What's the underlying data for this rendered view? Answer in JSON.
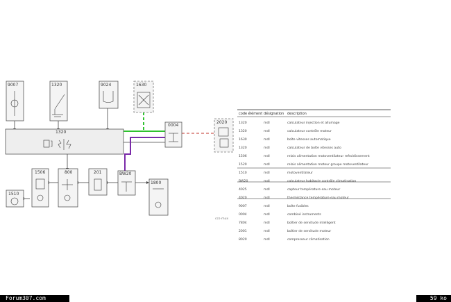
{
  "diagram": {
    "modules": {
      "m9007": "9007",
      "m1320": "1320",
      "m9024": "9024",
      "m1630": "1630",
      "m1320_bus": "1320",
      "m0004": "0004",
      "m1506": "1506",
      "m800": "800",
      "m201": "201",
      "m6570": "BW20",
      "m1800": "1800",
      "m1510": "1510",
      "m2020": "2020"
    },
    "colors": {
      "green_link": "#2fc22f",
      "purple_link": "#7a2aa8",
      "red_link": "#c0302a",
      "box_stroke": "#555555",
      "bus_fill": "#eeeeee"
    }
  },
  "table": {
    "headers": [
      "code élément",
      "désignation",
      "description"
    ],
    "rows": [
      {
        "code": "1320",
        "des": "mdl",
        "desc": "calculateur injection et allumage"
      },
      {
        "code": "1320",
        "des": "mdl",
        "desc": "calculateur contrôle moteur"
      },
      {
        "code": "1630",
        "des": "mdl",
        "desc": "boîte vitesses automatique"
      },
      {
        "code": "1320",
        "des": "mdl",
        "desc": "calculateur de boîte vitesses auto"
      },
      {
        "code": "1506",
        "des": "mdl",
        "desc": "relais alimentation motoventilateur refroidissement"
      },
      {
        "code": "1520",
        "des": "mdl",
        "desc": "relais alimentation moteur groupe motoventilateur"
      },
      {
        "code": "1510",
        "des": "mdl",
        "desc": "motoventilateur"
      },
      {
        "code": "BW20",
        "des": "mdl",
        "desc": "calculateur habitacle contrôle climatisation"
      },
      {
        "code": "4025",
        "des": "mdl",
        "desc": "capteur température eau moteur"
      },
      {
        "code": "4020",
        "des": "mdl",
        "desc": "thermistance température eau moteur"
      },
      {
        "code": "9007",
        "des": "mdl",
        "desc": "boîte fusibles"
      },
      {
        "code": "0004",
        "des": "mdl",
        "desc": "combiné instruments"
      },
      {
        "code": "7804",
        "des": "mdl",
        "desc": "boîtier de servitude intelligent"
      },
      {
        "code": "2001",
        "des": "mdl",
        "desc": "boîtier de servitude moteur"
      },
      {
        "code": "8020",
        "des": "mdl",
        "desc": "compresseur climatisation"
      }
    ]
  },
  "side_note": "ccs-mux",
  "footer": {
    "left": "Forum307.com",
    "right": "59 ko"
  }
}
